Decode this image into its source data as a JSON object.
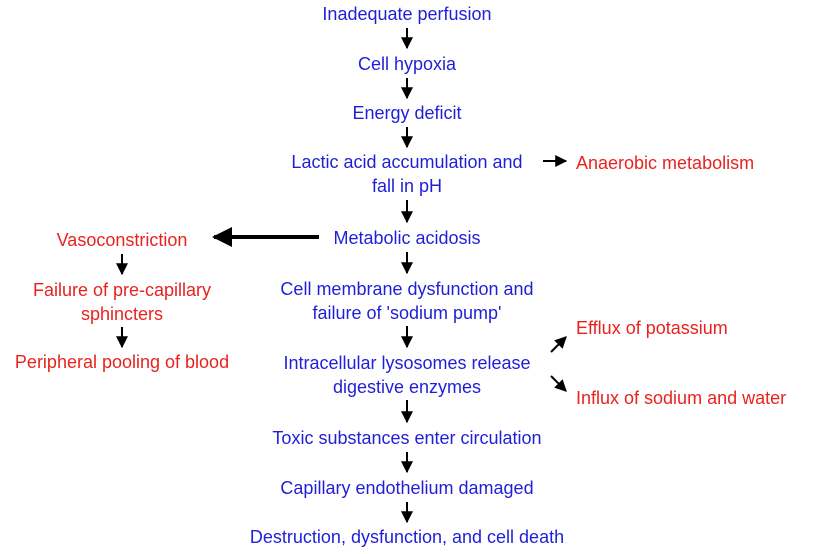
{
  "colors": {
    "main_chain": "#1f1fd8",
    "side_effects": "#e8231f",
    "arrow": "#000000"
  },
  "main_chain": [
    "Inadequate perfusion",
    "Cell hypoxia",
    "Energy deficit",
    [
      "Lactic acid accumulation and",
      "fall in pH"
    ],
    "Metabolic acidosis",
    [
      "Cell membrane dysfunction and",
      "failure of 'sodium pump'"
    ],
    [
      "Intracellular lysosomes release",
      "digestive enzymes"
    ],
    "Toxic substances enter circulation",
    "Capillary endothelium damaged",
    "Destruction, dysfunction, and cell death"
  ],
  "right_branch": {
    "anaerobic": "Anaerobic metabolism",
    "efflux": "Efflux of potassium",
    "influx": "Influx of sodium and water"
  },
  "left_branch": [
    "Vasoconstriction",
    [
      "Failure of pre-capillary",
      "sphincters"
    ],
    "Peripheral pooling of blood"
  ]
}
